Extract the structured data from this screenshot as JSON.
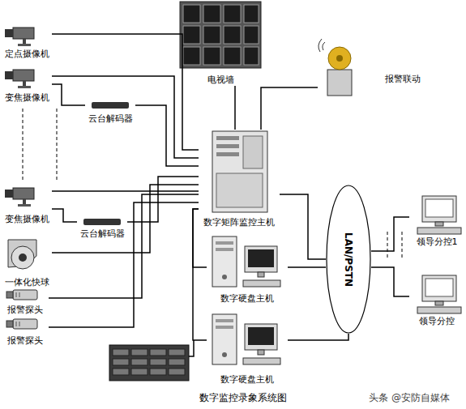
{
  "diagram": {
    "caption": "数字监控录象系统图",
    "nodes": [
      {
        "text": [
          "定点摄像机"
        ]
      },
      {
        "text": [
          "变焦摄像机"
        ]
      },
      {
        "text": [
          "云台解码器"
        ]
      },
      {
        "text": [
          "变焦摄像机"
        ]
      },
      {
        "text": [
          "云台解码器"
        ]
      },
      {
        "text": [
          "一体化快球"
        ]
      },
      {
        "text": [
          "报警探头"
        ]
      },
      {
        "text": [
          "报警探头"
        ]
      },
      {
        "text": [
          "电视墙"
        ]
      },
      {
        "text": [
          "报警联动"
        ]
      },
      {
        "text": [
          "数字矩阵监控主机"
        ]
      },
      {
        "text": [
          "数字硬盘主机"
        ]
      },
      {
        "text": [
          "数字硬盘主机"
        ]
      },
      {
        "text": [
          "LAN/PSTN"
        ]
      },
      {
        "text": [
          "领导分控1"
        ]
      },
      {
        "text": [
          "领导分控"
        ]
      }
    ],
    "edges": [
      {
        "from": 0,
        "to": 10,
        "arrow": "none"
      },
      {
        "from": 1,
        "to": 10,
        "arrow": "none"
      },
      {
        "from": 2,
        "to": 1,
        "arrow": "none"
      },
      {
        "from": 2,
        "to": 10,
        "arrow": "none"
      },
      {
        "from": 3,
        "to": 10,
        "arrow": "none"
      },
      {
        "from": 4,
        "to": 3,
        "arrow": "none"
      },
      {
        "from": 4,
        "to": 10,
        "arrow": "none"
      },
      {
        "from": 5,
        "to": 10,
        "arrow": "none"
      },
      {
        "from": 6,
        "to": 10,
        "arrow": "none"
      },
      {
        "from": 7,
        "to": 10,
        "arrow": "none"
      },
      {
        "from": 10,
        "to": 8,
        "arrow": "none"
      },
      {
        "from": 9,
        "to": 10,
        "arrow": "none"
      },
      {
        "from": 10,
        "to": 13,
        "arrow": "none"
      },
      {
        "from": 11,
        "to": 13,
        "arrow": "none"
      },
      {
        "from": 12,
        "to": 13,
        "arrow": "none"
      },
      {
        "from": 13,
        "to": 14,
        "arrow": "none"
      },
      {
        "from": 13,
        "to": 15,
        "arrow": "none"
      },
      {
        "from": 10,
        "to": 11,
        "arrow": "none"
      },
      {
        "from": 10,
        "to": 12,
        "arrow": "none"
      }
    ],
    "labels": [
      "头条 @安防自媒体"
    ]
  }
}
